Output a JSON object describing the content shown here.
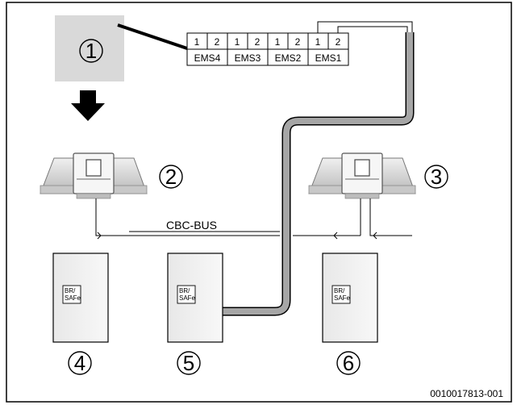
{
  "callouts": [
    "1",
    "2",
    "3",
    "4",
    "5",
    "6"
  ],
  "terminal": {
    "pin_labels": [
      "1",
      "2",
      "1",
      "2",
      "1",
      "2",
      "1",
      "2"
    ],
    "ports": [
      "EMS4",
      "EMS3",
      "EMS2",
      "EMS1"
    ]
  },
  "bus_label": "CBC-BUS",
  "module_tag": [
    "BR/",
    "SAFe"
  ],
  "figure_id": "0010017813-001",
  "colors": {
    "cable": "#a6a6a6",
    "device": "#e2e2e2",
    "highlight_box": "#d9d9d9",
    "frame": "#000000"
  }
}
